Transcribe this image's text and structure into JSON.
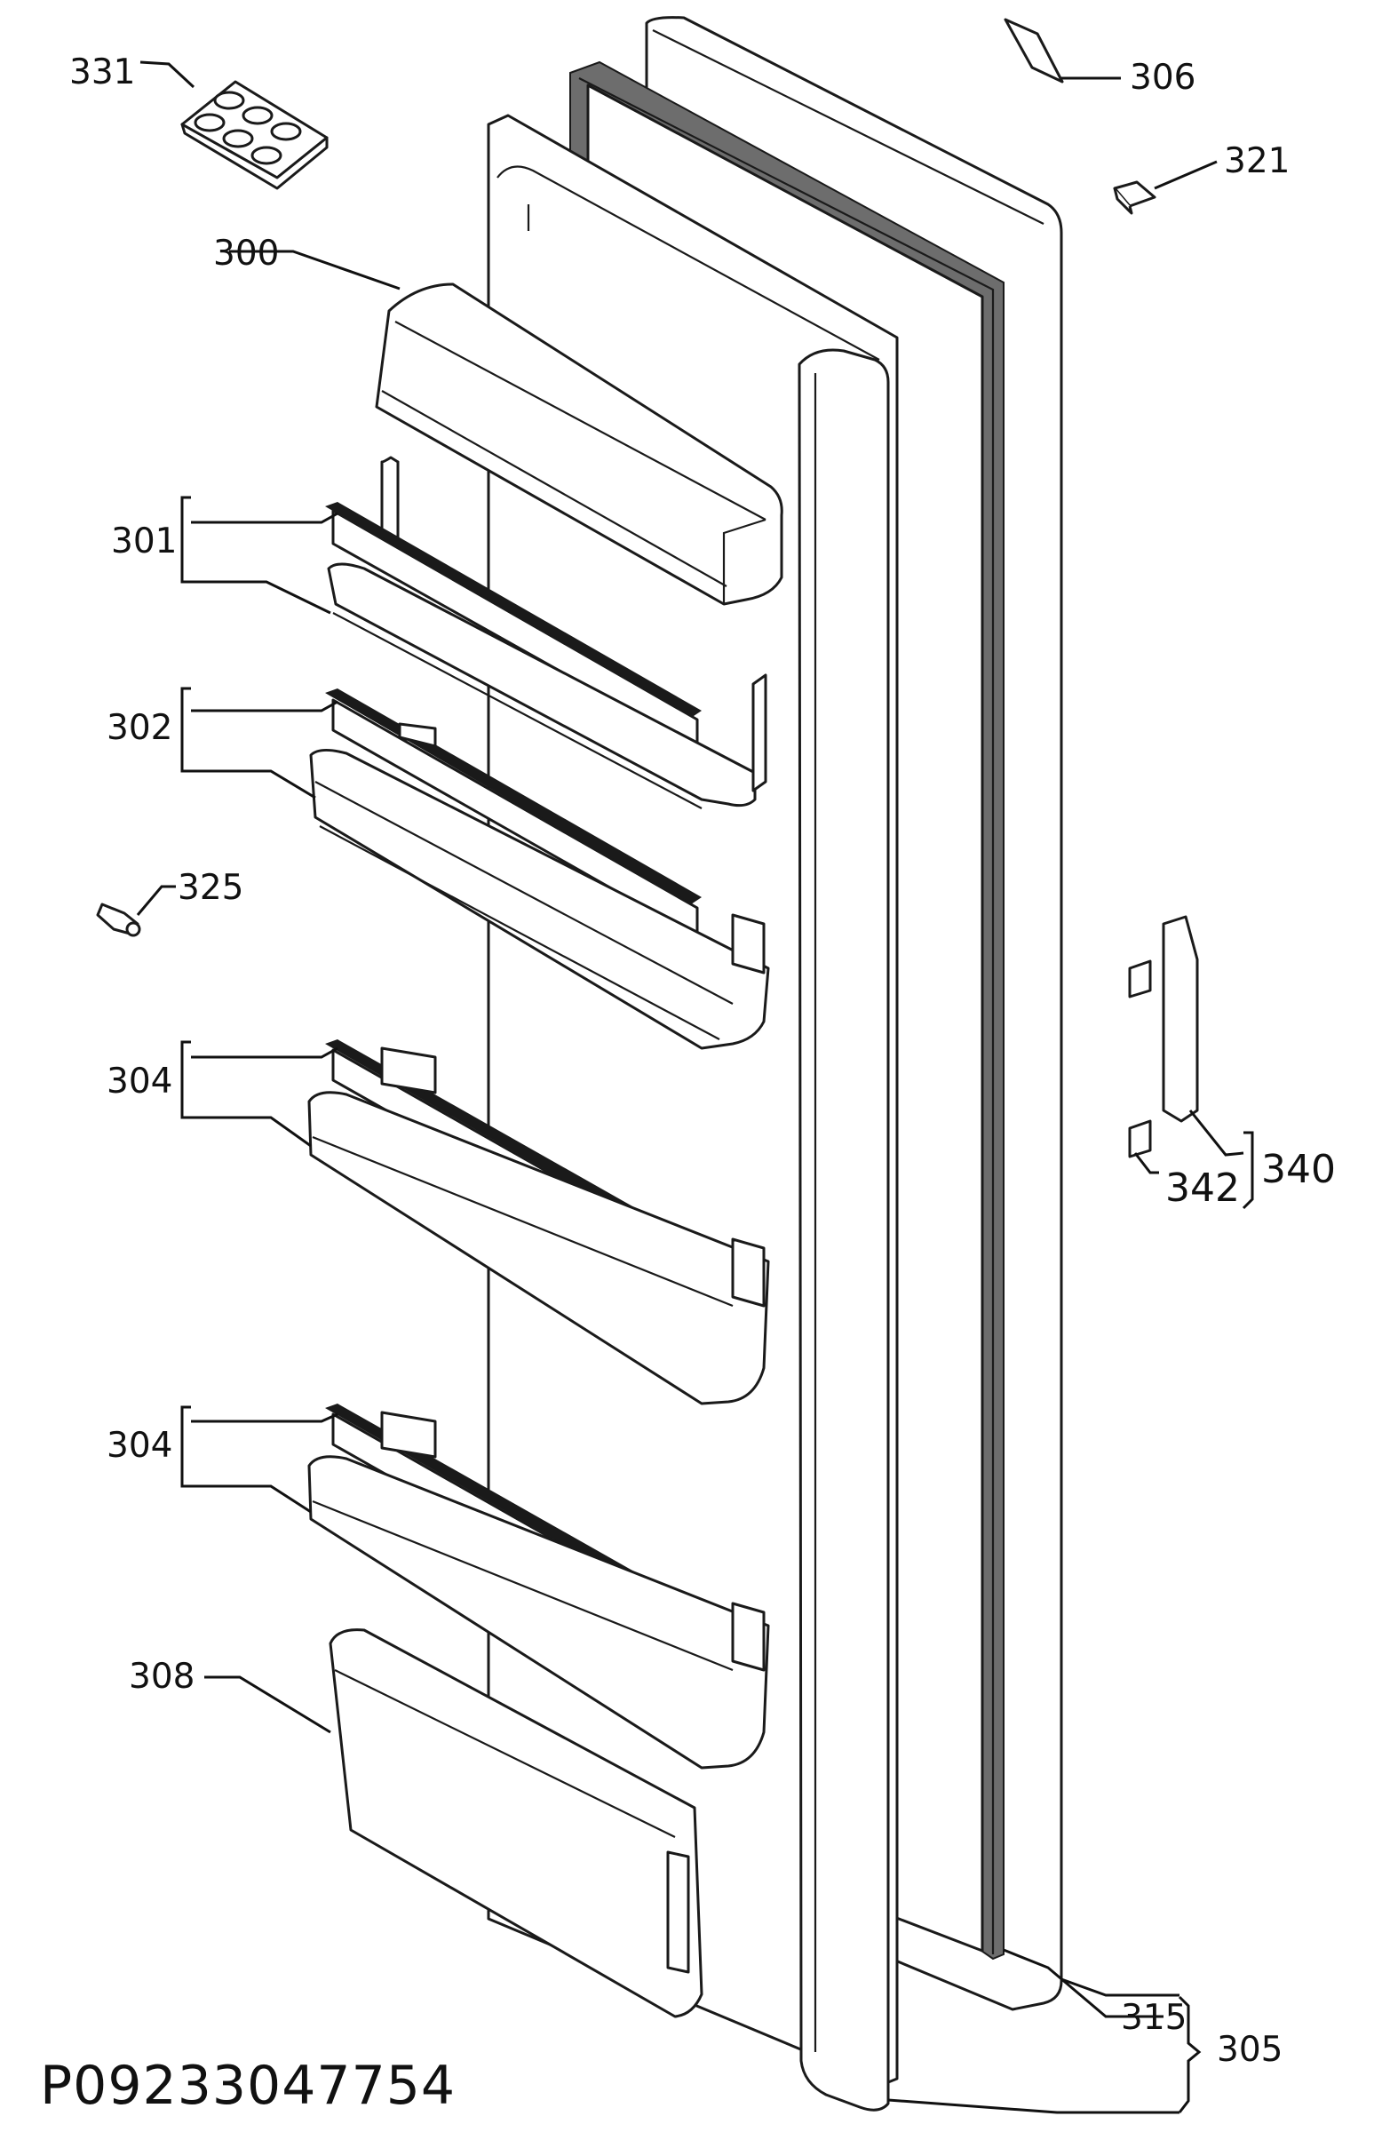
{
  "diagram": {
    "drawing_code": "P09233047754",
    "labels": {
      "l331": "331",
      "l306": "306",
      "l321": "321",
      "l300": "300",
      "l301": "301",
      "l302": "302",
      "l325": "325",
      "l304a": "304",
      "l304b": "304",
      "l308": "308",
      "l340": "340",
      "l342": "342",
      "l315": "315",
      "l305": "305"
    }
  }
}
